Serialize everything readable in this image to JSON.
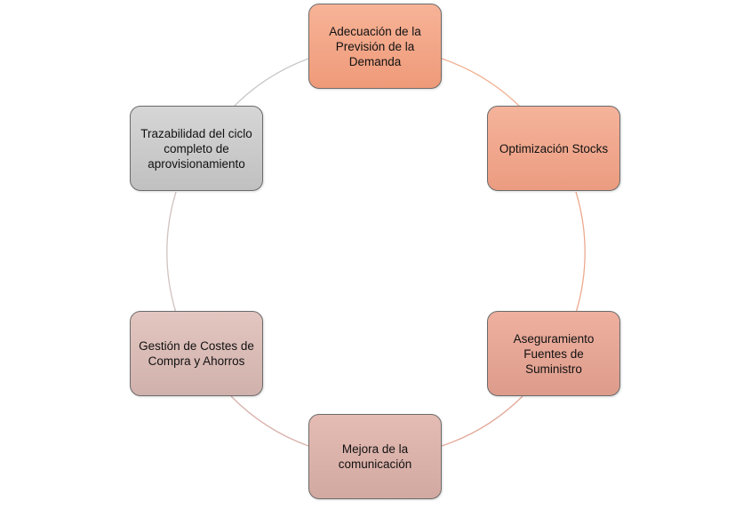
{
  "diagram": {
    "type": "cycle",
    "nodes": [
      {
        "id": "n1",
        "label": "Adecuación de la Previsión de la Demanda",
        "color": "#f3a888"
      },
      {
        "id": "n2",
        "label": "Optimización Stocks",
        "color": "#f0a88d"
      },
      {
        "id": "n3",
        "label": "Aseguramiento Fuentes de Suministro",
        "color": "#e6a696"
      },
      {
        "id": "n4",
        "label": "Mejora de la comunicación",
        "color": "#dab2aa"
      },
      {
        "id": "n5",
        "label": "Gestión de Costes de Compra y Ahorros",
        "color": "#dabbb6"
      },
      {
        "id": "n6",
        "label": "Trazabilidad del ciclo completo de aprovisionamiento",
        "color": "#cbcbcb"
      }
    ],
    "connector_colors": {
      "n1_n2": "#f0b090",
      "n2_n3": "#eca98f",
      "n3_n4": "#e2a898",
      "n4_n5": "#d8b2aa",
      "n5_n6": "#cfc2c0",
      "n6_n1": "#c8c8c8"
    }
  }
}
